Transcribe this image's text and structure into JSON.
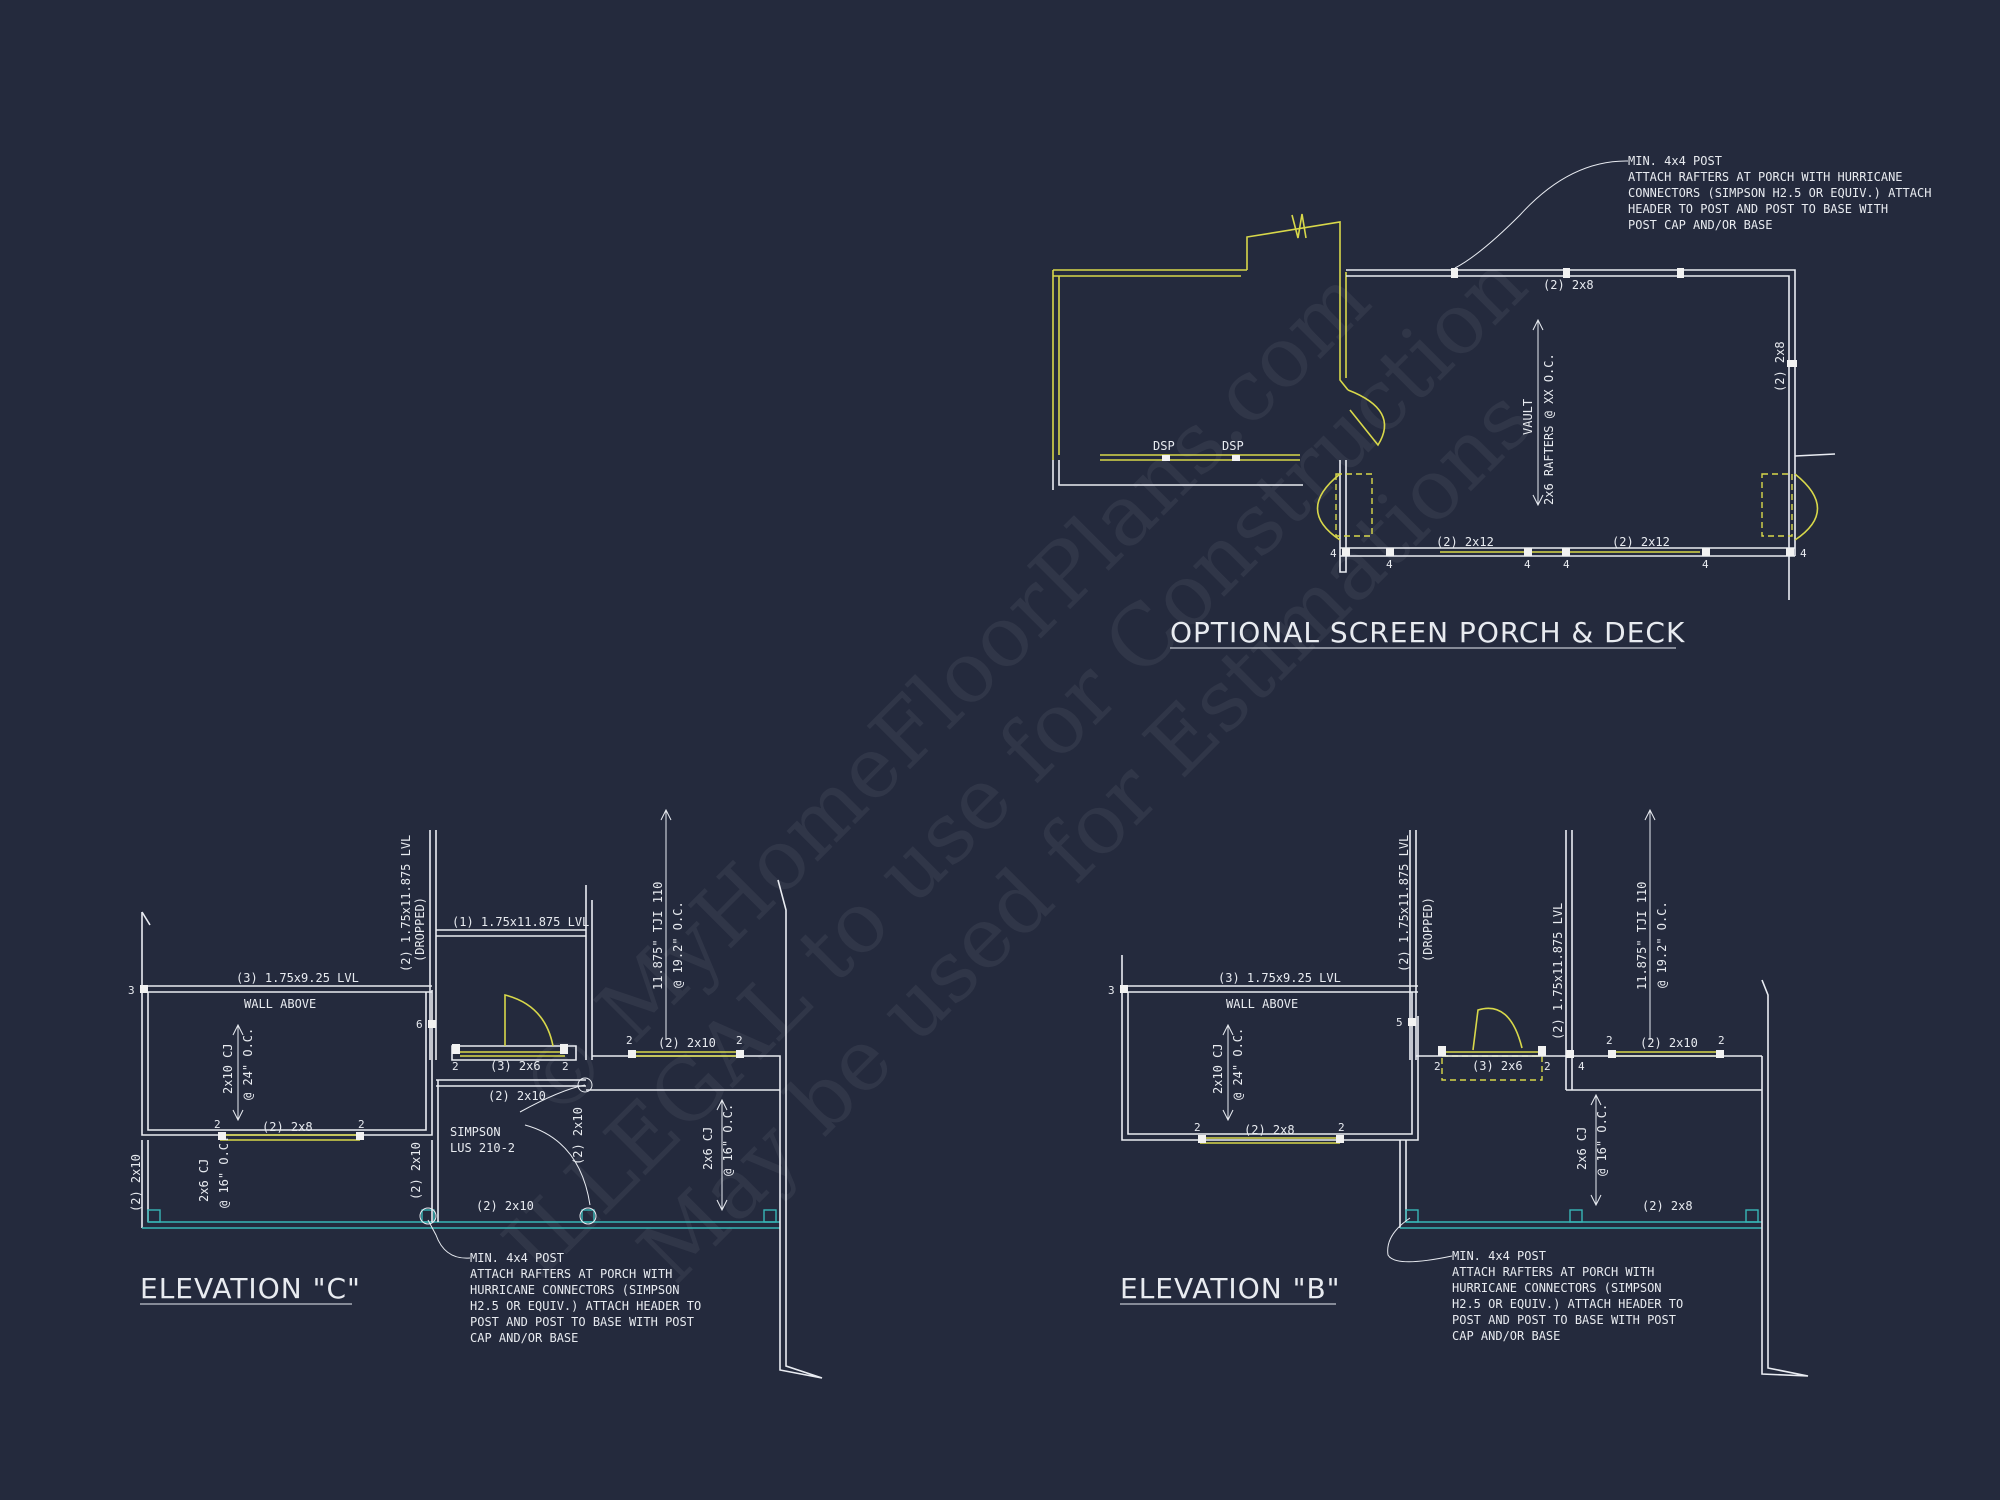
{
  "watermark": {
    "line1": "© MyHomeFloorPlans.com",
    "line2": "ILLEGAL to use for Construction",
    "line3": "May be used for Estimations"
  },
  "porch_plan": {
    "title": "OPTIONAL SCREEN PORCH & DECK",
    "note": [
      "MIN. 4x4 POST",
      "ATTACH RAFTERS AT PORCH WITH HURRICANE",
      "CONNECTORS (SIMPSON H2.5 OR EQUIV.) ATTACH",
      "HEADER TO POST AND POST TO BASE WITH",
      "POST CAP AND/OR BASE"
    ],
    "top_header": "(2) 2x8",
    "right_header": "(2) 2x8",
    "vault_label": "VAULT",
    "rafters_label": "2x6 RAFTERS @ XX O.C.",
    "dsp1": "DSP",
    "dsp2": "DSP",
    "bottom_header_left": "(2) 2x12",
    "bottom_header_right": "(2) 2x12",
    "post_counts": [
      "4",
      "4",
      "4",
      "4",
      "4",
      "4"
    ]
  },
  "elevation_c": {
    "title": "ELEVATION \"C\"",
    "lvl_3": "(3) 1.75x9.25 LVL",
    "wall_above": "WALL ABOVE",
    "lvl_2_dropped_a": "(2) 1.75x11.875 LVL",
    "lvl_2_dropped_b": "(DROPPED)",
    "lvl_1": "(1) 1.75x11.875 LVL",
    "tji": "11.875\" TJI 110",
    "tji_spacing": "@ 19.2\" O.C.",
    "cj_2x10": "2x10 CJ",
    "cj_2x10_spacing": "@ 24\" O.C.",
    "hdr_2x6": "(3) 2x6",
    "hdr_2x10_top": "(2) 2x10",
    "hdr_2x10_mid": "(2) 2x10",
    "hdr_2x10_vert_a": "(2) 2x10",
    "hdr_2x10_vert_b": "(2) 2x10",
    "hdr_2x10_bottom": "(2) 2x10",
    "hdr_2x10_left": "(2) 2x10",
    "hdr_2x8": "(2) 2x8",
    "simpson_a": "SIMPSON",
    "simpson_b": "LUS 210-2",
    "cj_2x6_left": "2x6 CJ",
    "cj_2x6_left_spacing": "@ 16\" O.C.",
    "cj_2x6_right": "2x6 CJ",
    "cj_2x6_right_spacing": "@ 16\" O.C.",
    "post_count_3": "3",
    "post_count_6": "6",
    "post_counts_2": [
      "2",
      "2",
      "2",
      "2",
      "2",
      "2"
    ],
    "note": [
      "MIN. 4x4 POST",
      "ATTACH RAFTERS AT PORCH WITH",
      "HURRICANE CONNECTORS (SIMPSON",
      "H2.5 OR EQUIV.) ATTACH HEADER TO",
      "POST AND POST TO BASE WITH POST",
      "CAP AND/OR BASE"
    ]
  },
  "elevation_b": {
    "title": "ELEVATION \"B\"",
    "lvl_3": "(3) 1.75x9.25 LVL",
    "wall_above": "WALL ABOVE",
    "lvl_2_dropped_a": "(2) 1.75x11.875 LVL",
    "lvl_2_dropped_b": "(DROPPED)",
    "lvl_2": "(2) 1.75x11.875 LVL",
    "tji": "11.875\" TJI 110",
    "tji_spacing": "@ 19.2\" O.C.",
    "cj_2x10": "2x10 CJ",
    "cj_2x10_spacing": "@ 24\" O.C.",
    "hdr_2x6": "(3) 2x6",
    "hdr_2x10": "(2) 2x10",
    "hdr_2x8_a": "(2) 2x8",
    "hdr_2x8_b": "(2) 2x8",
    "cj_2x6": "2x6 CJ",
    "cj_2x6_spacing": "@ 16\" O.C.",
    "post_count_3": "3",
    "post_count_5": "5",
    "post_count_4": "4",
    "post_counts_2": [
      "2",
      "2",
      "2",
      "2",
      "2",
      "2"
    ],
    "note": [
      "MIN. 4x4 POST",
      "ATTACH RAFTERS AT PORCH WITH",
      "HURRICANE CONNECTORS (SIMPSON",
      "H2.5 OR EQUIV.) ATTACH HEADER TO",
      "POST AND POST TO BASE WITH POST",
      "CAP AND/OR BASE"
    ]
  }
}
